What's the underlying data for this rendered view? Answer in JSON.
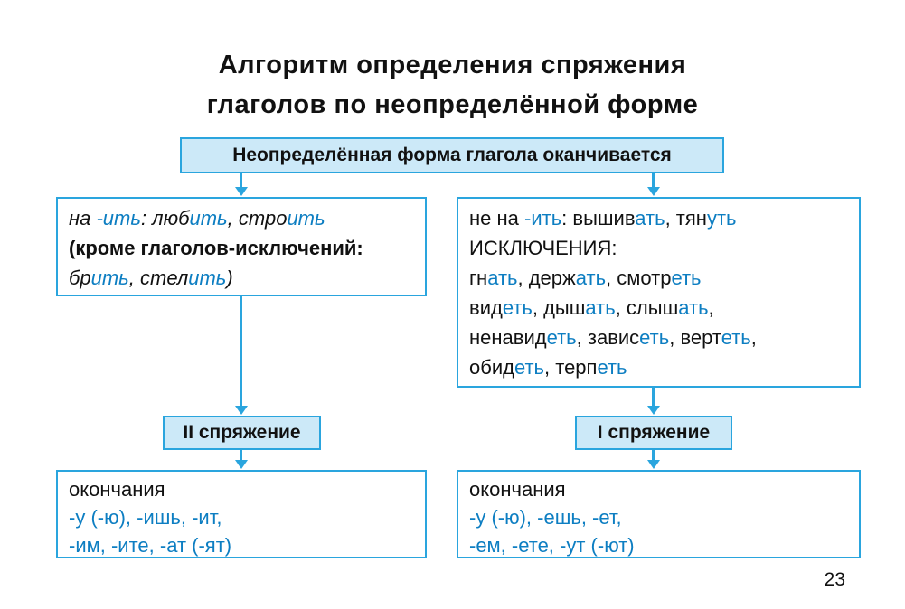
{
  "page": {
    "title_line1": "Алгоритм определения спряжения",
    "title_line2": "глаголов по неопределённой форме",
    "page_number": "23"
  },
  "colors": {
    "accent": "#2aa5de",
    "box_fill": "#cce9f8",
    "text_blue": "#0d7ec2",
    "text_black": "#111111"
  },
  "flowchart": {
    "root_label": "Неопределённая форма глагола оканчивается",
    "left_condition": [
      [
        {
          "t": "на ",
          "i": true
        },
        {
          "t": "-ить",
          "i": true,
          "blue": true
        },
        {
          "t": ": ",
          "i": true
        },
        {
          "t": "люб",
          "i": true
        },
        {
          "t": "ить",
          "i": true,
          "blue": true
        },
        {
          "t": ", ",
          "i": true
        },
        {
          "t": "стро",
          "i": true
        },
        {
          "t": "ить",
          "i": true,
          "blue": true
        }
      ],
      [
        {
          "t": "(кроме глаголов-исключений:",
          "b": true
        }
      ],
      [
        {
          "t": "бр",
          "i": true
        },
        {
          "t": "ить",
          "i": true,
          "blue": true
        },
        {
          "t": ", ",
          "i": true
        },
        {
          "t": "стел",
          "i": true
        },
        {
          "t": "ить",
          "i": true,
          "blue": true
        },
        {
          "t": ")",
          "i": true
        }
      ]
    ],
    "right_condition": [
      [
        {
          "t": "не на "
        },
        {
          "t": "-ить",
          "blue": true
        },
        {
          "t": ": "
        },
        {
          "t": "вышив"
        },
        {
          "t": "ать",
          "blue": true
        },
        {
          "t": ", тян"
        },
        {
          "t": "уть",
          "blue": true
        }
      ],
      [
        {
          "t": "ИСКЛЮЧЕНИЯ:"
        }
      ],
      [
        {
          "t": "гн"
        },
        {
          "t": "ать",
          "blue": true
        },
        {
          "t": ", держ"
        },
        {
          "t": "ать",
          "blue": true
        },
        {
          "t": ", смотр"
        },
        {
          "t": "еть",
          "blue": true
        }
      ],
      [
        {
          "t": "вид"
        },
        {
          "t": "еть",
          "blue": true
        },
        {
          "t": ", дыш"
        },
        {
          "t": "ать",
          "blue": true
        },
        {
          "t": ", слыш"
        },
        {
          "t": "ать",
          "blue": true
        },
        {
          "t": ","
        }
      ],
      [
        {
          "t": "ненавид"
        },
        {
          "t": "еть",
          "blue": true
        },
        {
          "t": ", завис"
        },
        {
          "t": "еть",
          "blue": true
        },
        {
          "t": ", верт"
        },
        {
          "t": "еть",
          "blue": true
        },
        {
          "t": ","
        }
      ],
      [
        {
          "t": "обид"
        },
        {
          "t": "еть",
          "blue": true
        },
        {
          "t": ", терп"
        },
        {
          "t": "еть",
          "blue": true
        }
      ]
    ],
    "left_result_label": "II спряжение",
    "right_result_label": "I спряжение",
    "left_endings": [
      [
        {
          "t": "окончания"
        }
      ],
      [
        {
          "t": "-у (-ю), -ишь, -ит,",
          "blue": true
        }
      ],
      [
        {
          "t": "-им, -ите, -ат (-ят)",
          "blue": true
        }
      ]
    ],
    "right_endings": [
      [
        {
          "t": "окончания"
        }
      ],
      [
        {
          "t": "-у (-ю), -ешь, -ет,",
          "blue": true
        }
      ],
      [
        {
          "t": "-ем, -ете, -ут (-ют)",
          "blue": true
        }
      ]
    ]
  }
}
